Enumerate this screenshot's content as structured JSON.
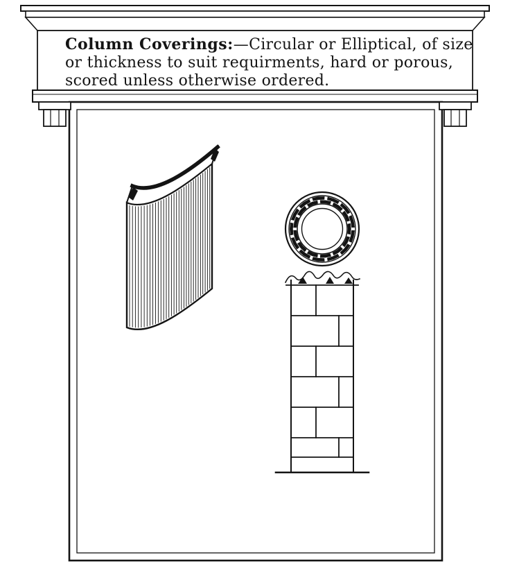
{
  "plate": {
    "heading": "Column Coverings:",
    "line1_rest": "—Circular or Elliptical, of size",
    "line2": "or thickness to suit requirments, hard or porous,",
    "line3": "scored unless otherwise ordered."
  },
  "figures": {
    "left": "perspective-curved-covering-segment",
    "top_right": "circular-plan-section",
    "bottom_right": "scored-block-elevation"
  },
  "colors": {
    "ink": "#141414",
    "paper": "#ffffff"
  }
}
